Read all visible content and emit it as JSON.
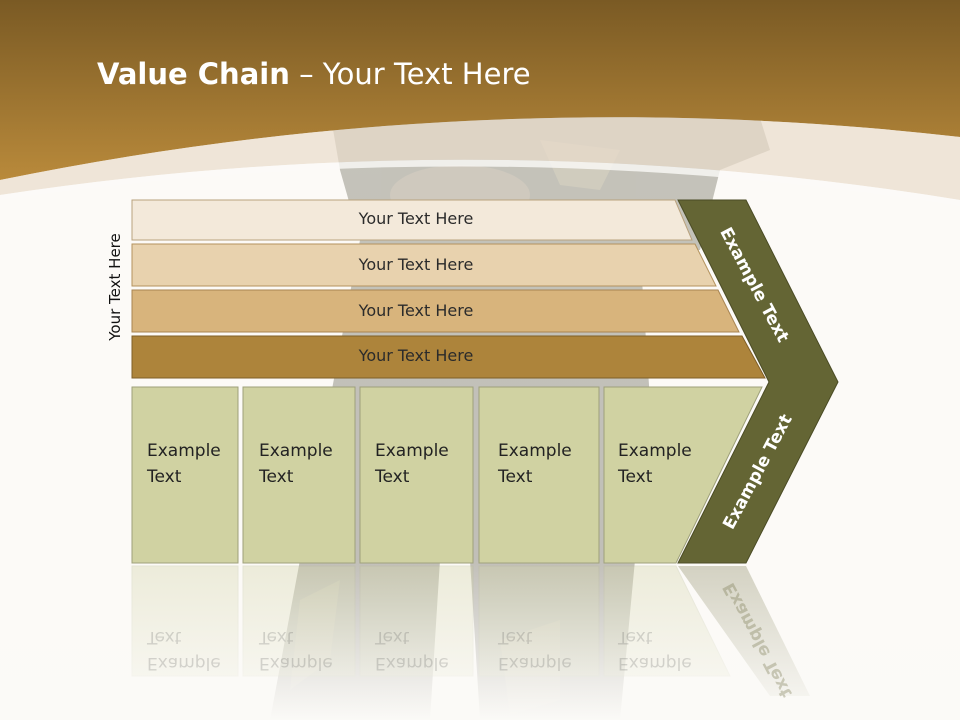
{
  "title": {
    "bold": "Value Chain",
    "rest": " – Your Text Here"
  },
  "vertical_label": "Your Text Here",
  "bars": [
    {
      "label": "Your Text Here"
    },
    {
      "label": "Your Text Here"
    },
    {
      "label": "Your Text Here"
    },
    {
      "label": "Your Text Here"
    }
  ],
  "boxes": [
    {
      "line1": "Example",
      "line2": "Text"
    },
    {
      "line1": "Example",
      "line2": "Text"
    },
    {
      "line1": "Example",
      "line2": "Text"
    },
    {
      "line1": "Example",
      "line2": "Text"
    },
    {
      "line1": "Example",
      "line2": "Text"
    }
  ],
  "chevron": {
    "upper": "Example Text",
    "lower": "Example Text"
  },
  "colors": {
    "header_top": "#7a5a24",
    "header_bottom": "#b8893a",
    "bar1": "#f3e9da",
    "bar2": "#e8d2ae",
    "bar3": "#d8b47c",
    "bar4": "#ad843b",
    "box": "#d0d2a2",
    "chevron": "#646534"
  }
}
